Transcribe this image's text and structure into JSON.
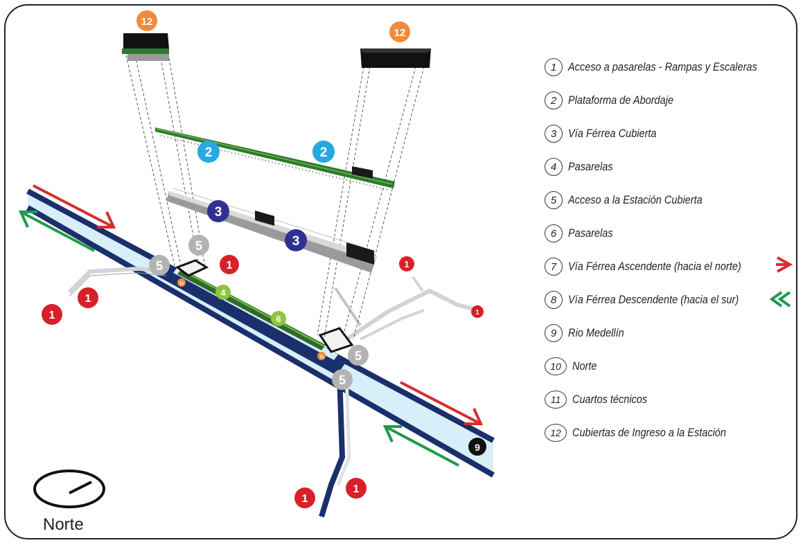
{
  "compass": {
    "label": "Norte"
  },
  "legend": {
    "items": [
      {
        "num": "1",
        "label": "Acceso a pasarelas - Rampas y Escaleras"
      },
      {
        "num": "2",
        "label": "Plataforma de Abordaje"
      },
      {
        "num": "3",
        "label": "Vía Férrea Cubierta"
      },
      {
        "num": "4",
        "label": "Pasarelas"
      },
      {
        "num": "5",
        "label": "Acceso a la Estación Cubierta"
      },
      {
        "num": "6",
        "label": "Pasarelas"
      },
      {
        "num": "7",
        "label": "Vía Férrea Ascendente (hacia el norte)",
        "arrow_color": "#d62e2e"
      },
      {
        "num": "8",
        "label": "Vía Férrea Descendente (hacia el sur)",
        "arrow_color": "#1f9a4a"
      },
      {
        "num": "9",
        "label": "Rio Medellín"
      },
      {
        "num": "10",
        "label": "Norte"
      },
      {
        "num": "11",
        "label": "Cuartos técnicos"
      },
      {
        "num": "12",
        "label": "Cubiertas de Ingreso a la Estación"
      }
    ]
  },
  "markers": {
    "m1": "1",
    "m2": "2",
    "m3": "3",
    "m4": "4",
    "m5": "5",
    "m6": "6",
    "m9": "9",
    "m11": "11",
    "m12": "12"
  },
  "colors": {
    "access_red": "#d8202a",
    "platform_blue": "#26a9e0",
    "track_navy": "#2e3192",
    "walkway_green": "#8dc63f",
    "entrance_grey": "#b3b3b3",
    "roof_orange": "#f08a3c",
    "river_light": "#d8eef8",
    "river_bank": "#1a2f6b",
    "northbound_arrow": "#d62e2e",
    "southbound_arrow": "#1f9a4a"
  }
}
